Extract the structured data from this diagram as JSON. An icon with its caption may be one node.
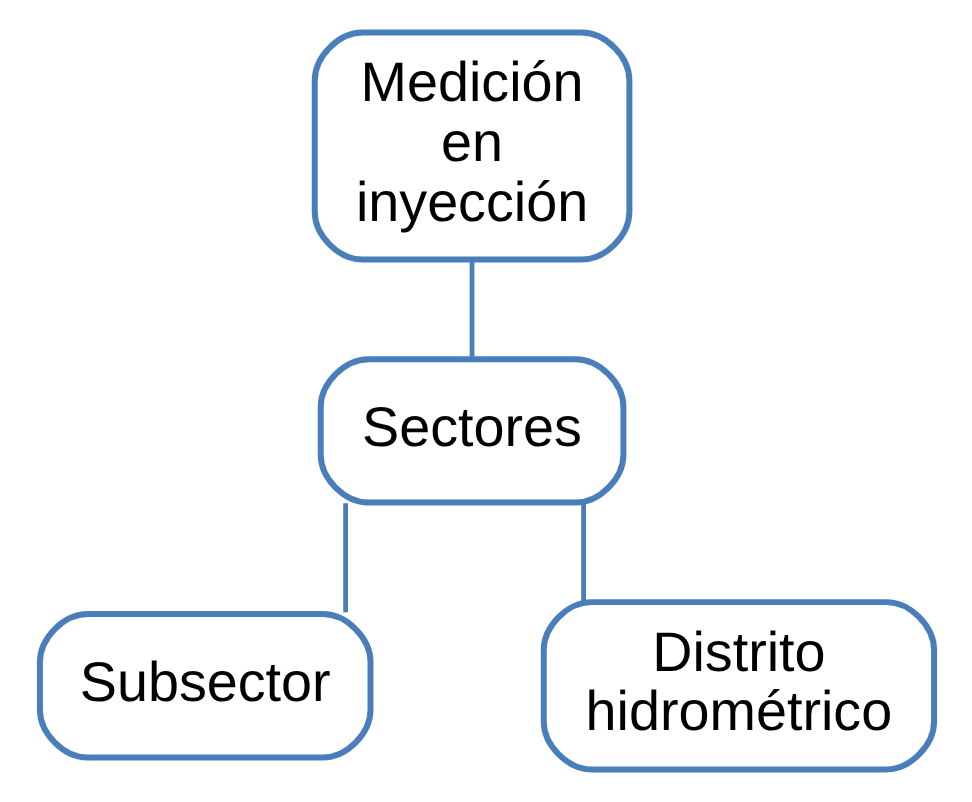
{
  "diagram": {
    "nodes": [
      {
        "text": [
          "Medición en inyección"
        ]
      },
      {
        "text": [
          "Sectores"
        ]
      },
      {
        "text": [
          "Subsector"
        ]
      },
      {
        "text": [
          "Distrito hidrométrico"
        ]
      }
    ],
    "edges": [
      {
        "from": 0,
        "to": 1,
        "arrow": "none"
      },
      {
        "from": 1,
        "to": 2,
        "arrow": "none"
      },
      {
        "from": 1,
        "to": 3,
        "arrow": "none"
      }
    ]
  }
}
